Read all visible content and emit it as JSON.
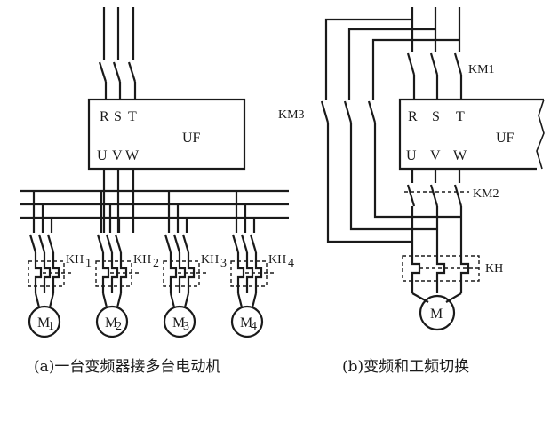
{
  "left": {
    "terminals_in": [
      "R",
      "S",
      "T"
    ],
    "terminals_out": [
      "U",
      "V",
      "W"
    ],
    "inverter": "UF",
    "motors": [
      {
        "label": "M",
        "sub": "1",
        "relay": "KH",
        "relay_sub": "1"
      },
      {
        "label": "M",
        "sub": "2",
        "relay": "KH",
        "relay_sub": "2"
      },
      {
        "label": "M",
        "sub": "3",
        "relay": "KH",
        "relay_sub": "3"
      },
      {
        "label": "M",
        "sub": "4",
        "relay": "KH",
        "relay_sub": "4"
      }
    ],
    "caption": "(a)一台变频器接多台电动机"
  },
  "right": {
    "terminals_in": [
      "R",
      "S",
      "T"
    ],
    "terminals_out": [
      "U",
      "V",
      "W"
    ],
    "inverter": "UF",
    "contactors": {
      "km1": "KM1",
      "km2": "KM2",
      "km3": "KM3"
    },
    "relay": "KH",
    "motor": "M",
    "caption": "(b)变频和工频切换"
  }
}
